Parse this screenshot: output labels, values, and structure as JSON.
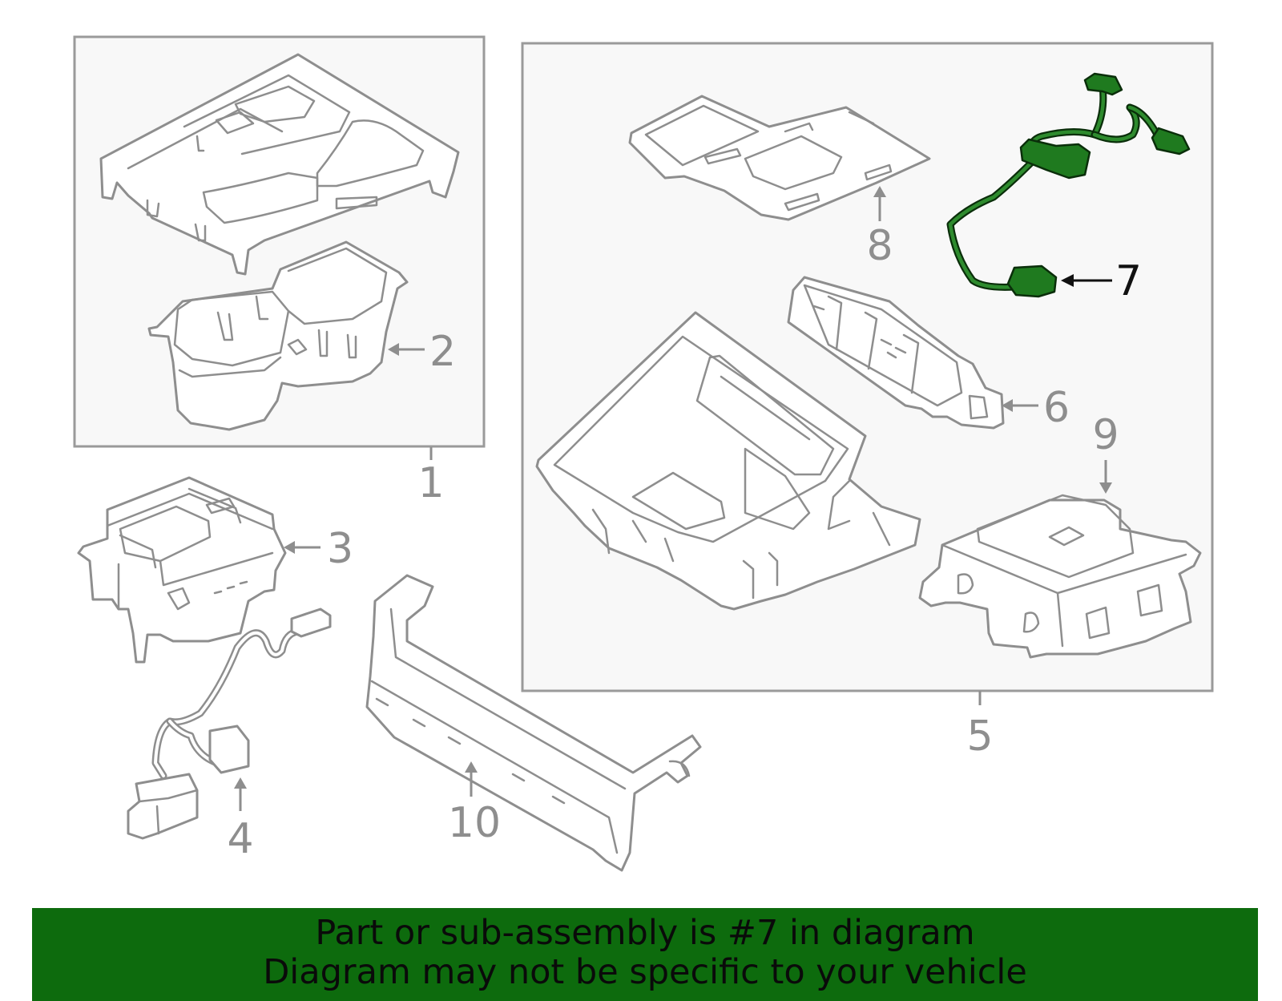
{
  "callouts": {
    "c1": "1",
    "c2": "2",
    "c3": "3",
    "c4": "4",
    "c5": "5",
    "c6": "6",
    "c7": "7",
    "c8": "8",
    "c9": "9",
    "c10": "10"
  },
  "highlighted_part": "7",
  "colors": {
    "highlight": "#1f7a1f",
    "banner": "#0d6b0d",
    "line_art": "#8e8e8e"
  },
  "banner": {
    "line1": "Part or sub-assembly is #7 in diagram",
    "line2": "Diagram may not be specific to your vehicle"
  }
}
